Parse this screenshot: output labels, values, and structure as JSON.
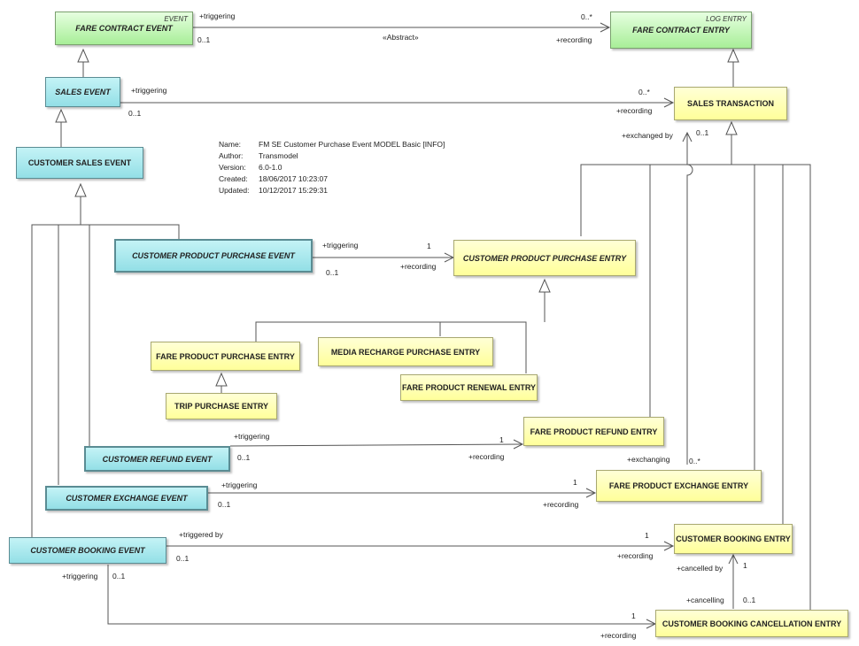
{
  "classes": {
    "fare_contract_event": {
      "stereotype": "EVENT",
      "name": "FARE CONTRACT EVENT"
    },
    "fare_contract_entry": {
      "stereotype": "LOG ENTRY",
      "name": "FARE CONTRACT ENTRY"
    },
    "sales_event": {
      "name": "SALES EVENT"
    },
    "sales_transaction": {
      "name": "SALES TRANSACTION"
    },
    "customer_sales_event": {
      "name": "CUSTOMER SALES EVENT"
    },
    "customer_product_purchase_event": {
      "name": "CUSTOMER PRODUCT PURCHASE EVENT"
    },
    "customer_product_purchase_entry": {
      "name": "CUSTOMER PRODUCT PURCHASE ENTRY"
    },
    "fare_product_purchase_entry": {
      "name": "FARE PRODUCT PURCHASE ENTRY"
    },
    "media_recharge_purchase_entry": {
      "name": "MEDIA RECHARGE PURCHASE ENTRY"
    },
    "fare_product_renewal_entry": {
      "name": "FARE PRODUCT RENEWAL ENTRY"
    },
    "trip_purchase_entry": {
      "name": "TRIP PURCHASE ENTRY"
    },
    "fare_product_refund_entry": {
      "name": "FARE PRODUCT REFUND ENTRY"
    },
    "customer_refund_event": {
      "name": "CUSTOMER REFUND EVENT"
    },
    "fare_product_exchange_entry": {
      "name": "FARE PRODUCT EXCHANGE ENTRY"
    },
    "customer_exchange_event": {
      "name": "CUSTOMER EXCHANGE EVENT"
    },
    "customer_booking_event": {
      "name": "CUSTOMER BOOKING EVENT"
    },
    "customer_booking_entry": {
      "name": "CUSTOMER BOOKING ENTRY"
    },
    "customer_booking_cancellation_entry": {
      "name": "CUSTOMER BOOKING CANCELLATION ENTRY"
    }
  },
  "metadata": {
    "name_key": "Name:",
    "name_val": "FM SE Customer Purchase Event MODEL Basic [INFO]",
    "author_key": "Author:",
    "author_val": "Transmodel",
    "version_key": "Version:",
    "version_val": "6.0-1.0",
    "created_key": "Created:",
    "created_val": "18/06/2017 10:23:07",
    "updated_key": "Updated:",
    "updated_val": "10/12/2017 15:29:31"
  },
  "labels": {
    "fce_triggering": "+triggering",
    "fce_mult": "0..1",
    "abstract": "«Abstract»",
    "fce_entry_mult": "0..*",
    "fce_recording": "+recording",
    "se_triggering": "+triggering",
    "se_mult": "0..1",
    "st_mult": "0..*",
    "st_recording": "+recording",
    "exchanged_by": "+exchanged by",
    "exchanged_mult": "0..1",
    "cpp_triggering": "+triggering",
    "cpp_mult": "0..1",
    "cpp_entry_mult": "1",
    "cpp_recording": "+recording",
    "ref_triggering": "+triggering",
    "ref_mult": "0..1",
    "ref_entry_mult": "1",
    "ref_recording": "+recording",
    "exchanging": "+exchanging",
    "exchanging_mult": "0..*",
    "exc_triggering": "+triggering",
    "exc_mult": "0..1",
    "exc_entry_mult": "1",
    "exc_recording": "+recording",
    "bk_triggered_by": "+triggered by",
    "bk_mult": "0..1",
    "bk_entry_mult": "1",
    "bk_recording": "+recording",
    "cancelled_by": "+cancelled by",
    "cancelled_mult": "1",
    "cancelling": "+cancelling",
    "cancelling_mult": "0..1",
    "bk_triggering": "+triggering",
    "bk_triggering_mult": "0..1",
    "cancel_entry_mult": "1",
    "cancel_recording": "+recording"
  }
}
